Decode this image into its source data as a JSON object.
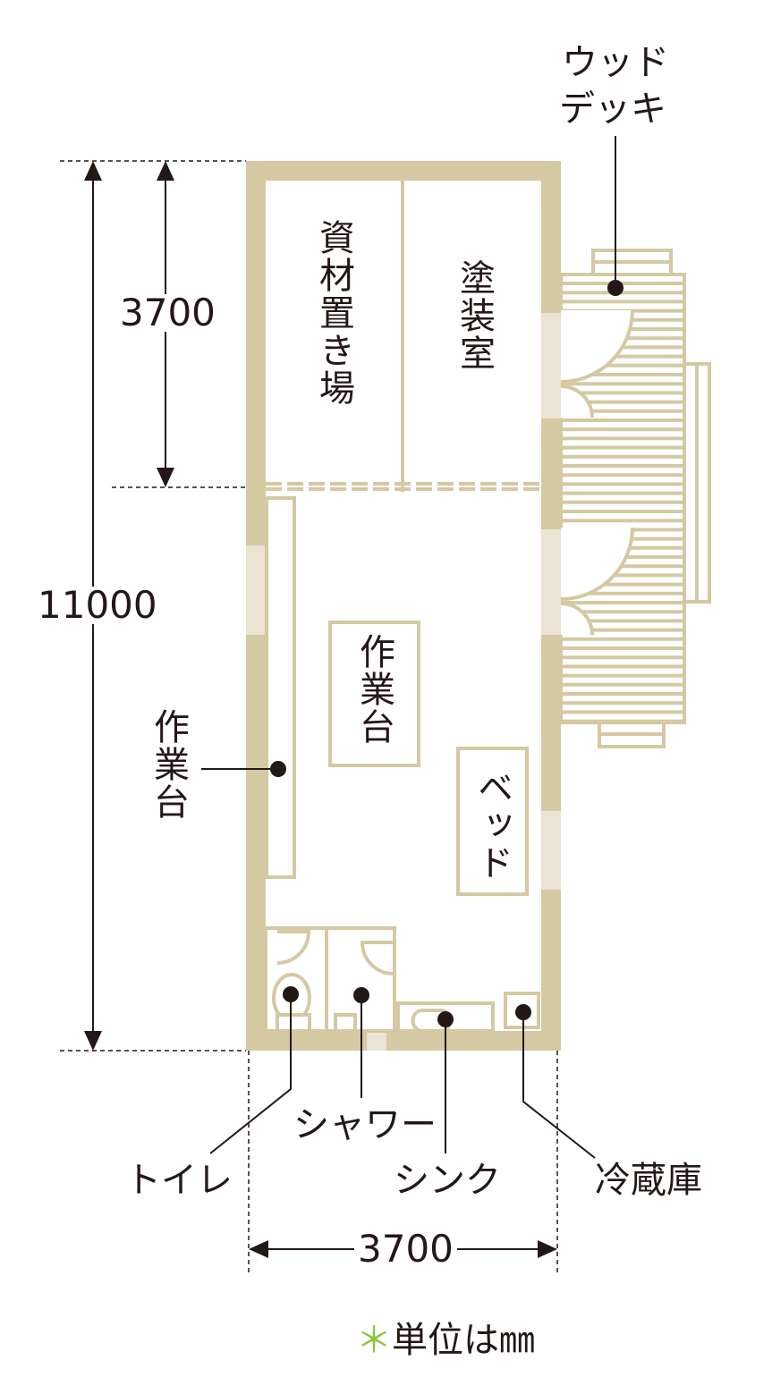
{
  "colors": {
    "wall": "#d4c9a3",
    "window": "#ebe4d4",
    "ink": "#231815",
    "accent": "#8cc63f"
  },
  "rooms": {
    "storage": "資材置き場",
    "paint_room": "塗装室",
    "workbench_center": "作業台",
    "bed": "ベッド"
  },
  "callouts": {
    "wood_deck_line1": "ウッド",
    "wood_deck_line2": "デッキ",
    "workbench_left": "作業台",
    "toilet": "トイレ",
    "shower": "シャワー",
    "sink": "シンク",
    "fridge": "冷蔵庫"
  },
  "dimensions": {
    "total_length": "11000",
    "front_room_depth": "3700",
    "width": "3700"
  },
  "note": {
    "asterisk": "＊",
    "text": "単位は㎜"
  }
}
